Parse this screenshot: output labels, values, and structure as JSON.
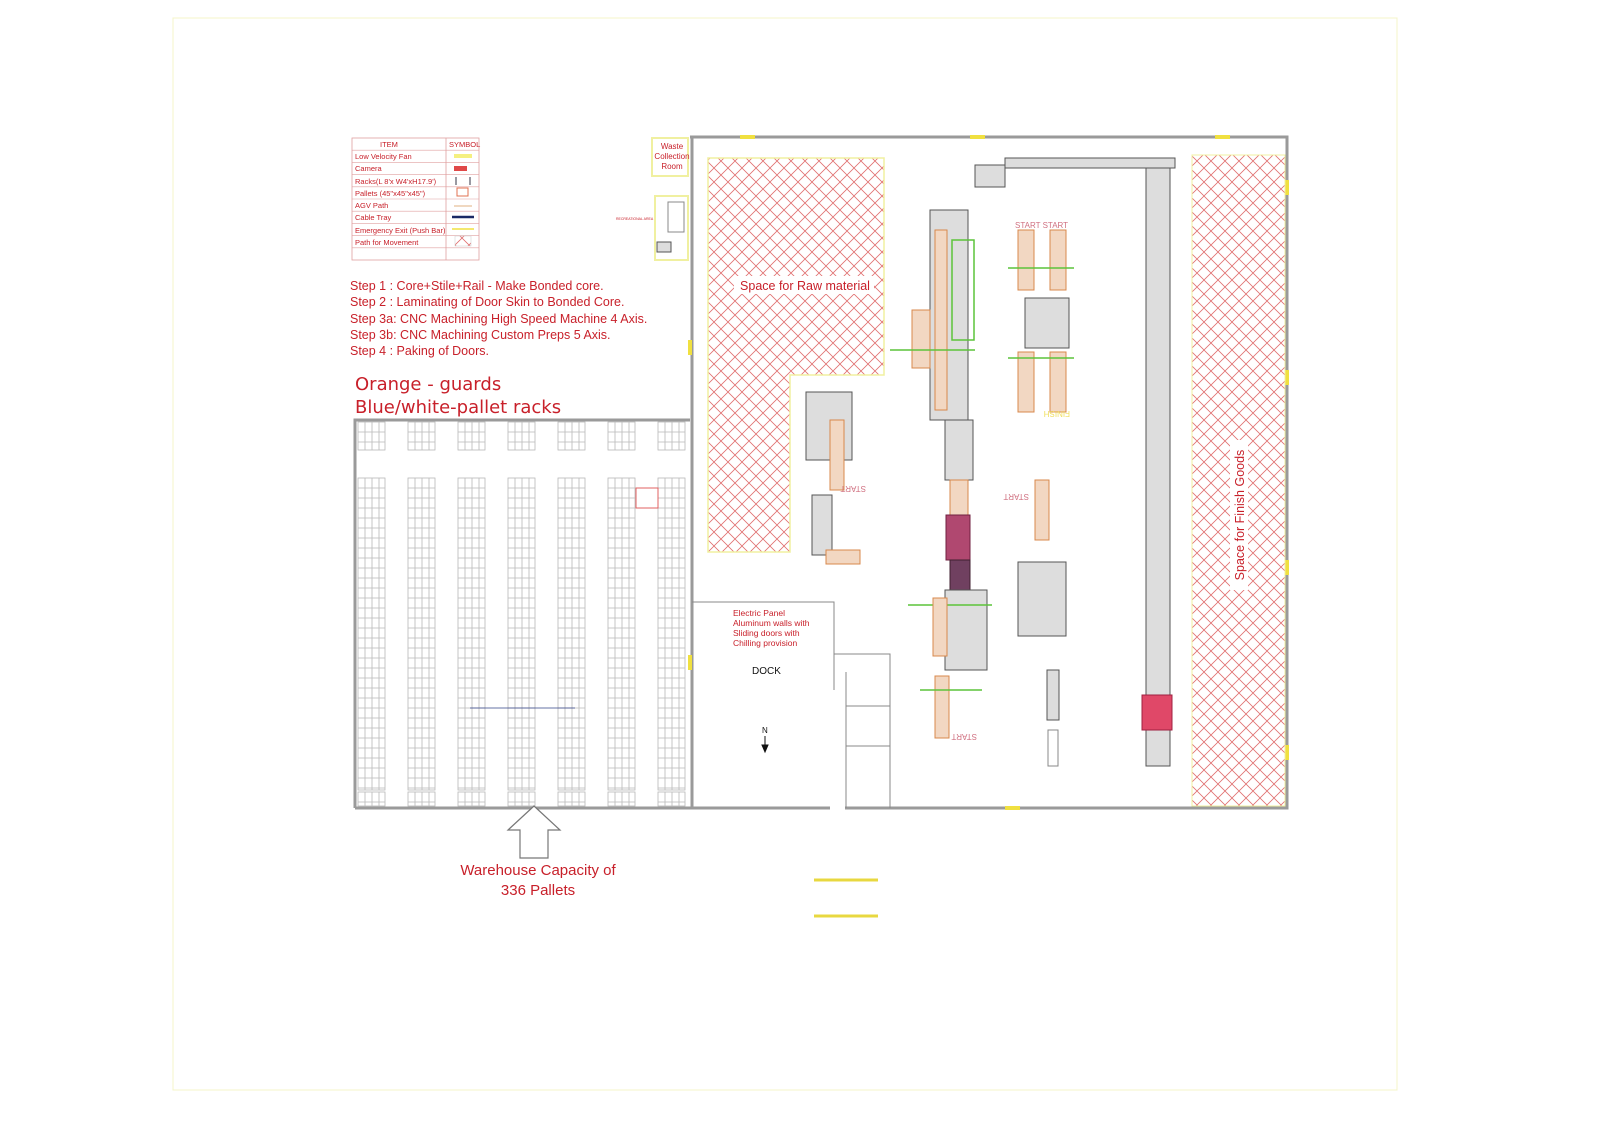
{
  "legend": {
    "header_item": "ITEM",
    "header_symbol": "SYMBOL",
    "items": [
      {
        "label": "Low Velocity Fan",
        "symbol": "fan-icon"
      },
      {
        "label": "Camera",
        "symbol": "camera-icon"
      },
      {
        "label": "Racks(L 8'x W4'xH17.9')",
        "symbol": "rack-icon"
      },
      {
        "label": "Pallets (45\"x45\"x45\")",
        "symbol": "pallet-icon"
      },
      {
        "label": "AGV Path",
        "symbol": "agv-path-icon"
      },
      {
        "label": "Cable Tray",
        "symbol": "cable-tray-icon"
      },
      {
        "label": "Emergency Exit (Push Bar)",
        "symbol": "emergency-exit-icon"
      },
      {
        "label": "Path for Movement",
        "symbol": "hatch-icon"
      }
    ]
  },
  "steps": [
    "Step 1  : Core+Stile+Rail - Make Bonded core.",
    "Step 2  : Laminating of Door Skin to Bonded Core.",
    "Step 3a: CNC Machining High Speed Machine 4 Axis.",
    "Step 3b: CNC Machining Custom Preps 5 Axis.",
    "Step 4  : Paking of Doors."
  ],
  "color_notes": [
    "Orange - guards",
    "Blue/white-pallet racks"
  ],
  "rooms": {
    "waste": [
      "Waste",
      "Collection",
      "Room"
    ],
    "recreational": "RECREATIONAL AREA",
    "raw_material": "Space for Raw material",
    "finish_goods": "Space for Finish Goods",
    "electric_panel": [
      "Electric Panel",
      "Aluminum walls with",
      "Sliding doors with",
      "Chilling provision"
    ],
    "dock": "DOCK",
    "north": "N"
  },
  "station_labels": {
    "start_start": "START START",
    "start": "START",
    "finish": "FINISH"
  },
  "warehouse": {
    "capacity": [
      "Warehouse Capacity of",
      "336 Pallets"
    ]
  },
  "colors": {
    "annotation": "#c8202a",
    "hatch": "#e07070",
    "yellow": "#f0e060",
    "green": "#5cc43a"
  }
}
